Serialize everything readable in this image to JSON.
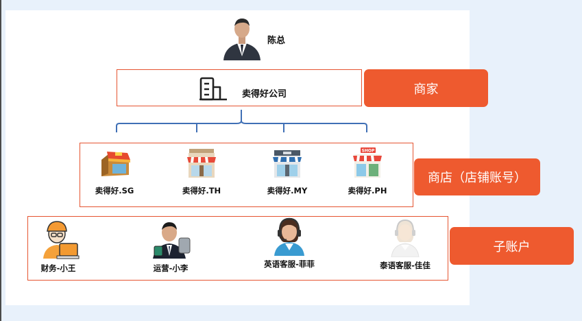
{
  "boss": {
    "name": "陈总",
    "icon": "businessman-icon"
  },
  "merchant": {
    "name": "卖得好公司",
    "icon": "building-icon"
  },
  "tags": {
    "merchant": "商家",
    "shop": "商店（店铺账号）",
    "sub_account": "子账户"
  },
  "shops": [
    {
      "label": "卖得好.SG",
      "icon": "shop-sg-icon"
    },
    {
      "label": "卖得好.TH",
      "icon": "shop-th-icon"
    },
    {
      "label": "卖得好.MY",
      "icon": "shop-my-icon"
    },
    {
      "label": "卖得好.PH",
      "icon": "shop-ph-icon"
    }
  ],
  "sub_accounts": [
    {
      "label": "财务-小王",
      "icon": "finance-worker-icon"
    },
    {
      "label": "运营-小李",
      "icon": "operations-businessman-icon"
    },
    {
      "label": "英语客服-菲菲",
      "icon": "headset-agent-icon"
    },
    {
      "label": "泰语客服-佳佳",
      "icon": "headset-agent-light-icon"
    }
  ],
  "colors": {
    "accent": "#ee5a2f",
    "connector": "#3f6fb5",
    "background": "#e8f1fb"
  }
}
